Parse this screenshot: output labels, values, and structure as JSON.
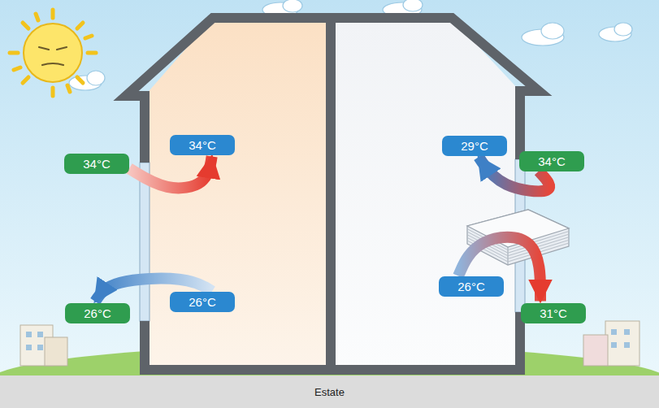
{
  "diagram": {
    "caption": "Estate",
    "nodes": [
      {
        "text": [
          "34°C"
        ]
      },
      {
        "text": [
          "34°C"
        ]
      },
      {
        "text": [
          "29°C"
        ]
      },
      {
        "text": [
          "34°C"
        ]
      },
      {
        "text": [
          "26°C"
        ]
      },
      {
        "text": [
          "26°C"
        ]
      },
      {
        "text": [
          "26°C"
        ]
      },
      {
        "text": [
          "31°C"
        ]
      }
    ],
    "edges": [
      {
        "from": 0,
        "to": 1,
        "arrow": "to"
      },
      {
        "from": 4,
        "to": 6,
        "arrow": "to"
      },
      {
        "from": 3,
        "to": 2,
        "arrow": "to"
      },
      {
        "from": 5,
        "to": 7,
        "arrow": "to"
      }
    ]
  }
}
